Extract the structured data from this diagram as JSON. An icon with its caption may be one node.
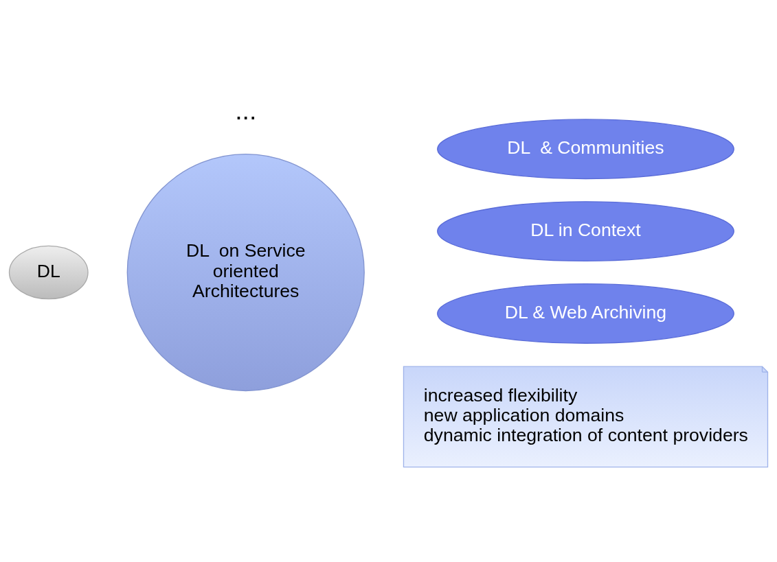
{
  "diagram": {
    "nodes": [
      {
        "text": [
          "DL"
        ]
      },
      {
        "text": [
          "DL  on Service oriented Architectures"
        ]
      },
      {
        "text": [
          "DL  & Communities"
        ]
      },
      {
        "text": [
          "DL in Context"
        ]
      },
      {
        "text": [
          "DL & Web Archiving"
        ]
      },
      {
        "text": [
          "increased flexibility",
          "new application domains",
          "dynamic integration of content providers"
        ]
      }
    ],
    "edges": [],
    "labels": [
      "..."
    ]
  }
}
